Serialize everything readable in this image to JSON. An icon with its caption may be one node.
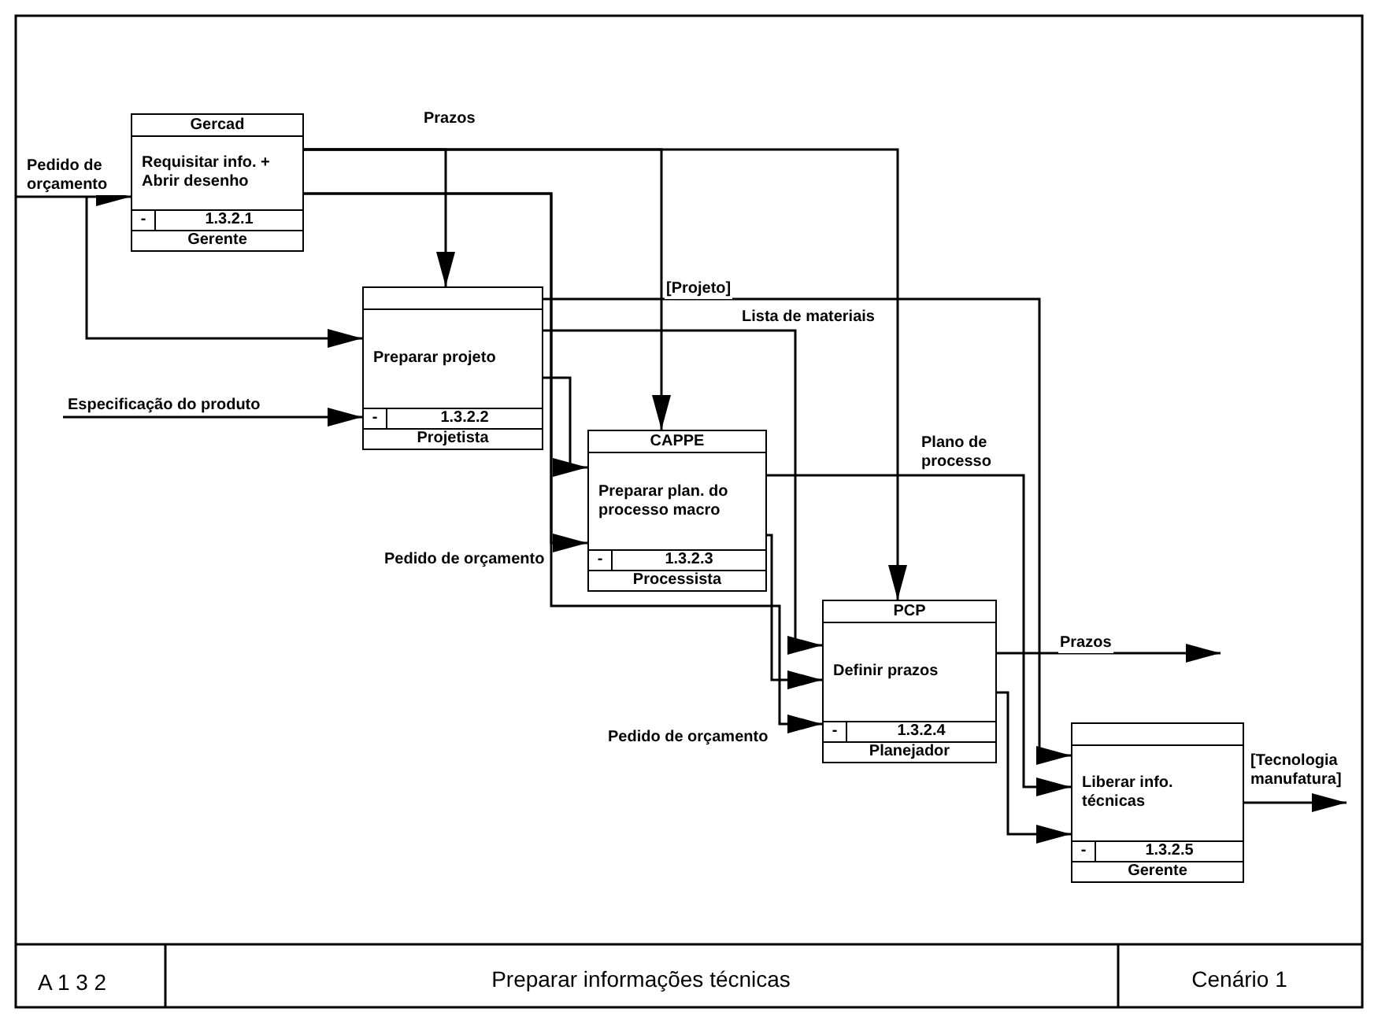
{
  "diagram": {
    "nodes": [
      {
        "text": [
          "Gercad",
          "Requisitar info. + Abrir desenho",
          "-",
          "1.3.2.1",
          "Gerente"
        ]
      },
      {
        "text": [
          "Preparar projeto",
          "-",
          "1.3.2.2",
          "Projetista"
        ]
      },
      {
        "text": [
          "CAPPE",
          "Preparar plan. do processo macro",
          "-",
          "1.3.2.3",
          "Processista"
        ]
      },
      {
        "text": [
          "PCP",
          "Definir prazos",
          "-",
          "1.3.2.4",
          "Planejador"
        ]
      },
      {
        "text": [
          "Liberar info. técnicas",
          "-",
          "1.3.2.5",
          "Gerente"
        ]
      }
    ],
    "edges": [
      {
        "from": null,
        "to": 0,
        "arrow": "to",
        "label": "Pedido de orçamento"
      },
      {
        "from": null,
        "to": 1,
        "arrow": "to"
      },
      {
        "from": null,
        "to": 1,
        "arrow": "to",
        "label": "Especificação do produto"
      },
      {
        "from": 0,
        "to": 1,
        "arrow": "to",
        "label": "Prazos"
      },
      {
        "from": 0,
        "to": 2,
        "arrow": "to"
      },
      {
        "from": 0,
        "to": 3,
        "arrow": "to"
      },
      {
        "from": 0,
        "to": 2,
        "arrow": "to",
        "label": "Pedido de orçamento"
      },
      {
        "from": 0,
        "to": 3,
        "arrow": "to",
        "label": "Pedido de orçamento"
      },
      {
        "from": 1,
        "to": 2,
        "arrow": "to"
      },
      {
        "from": 1,
        "to": 4,
        "arrow": "to",
        "label": "[Projeto]"
      },
      {
        "from": 1,
        "to": 3,
        "arrow": "to",
        "label": "Lista de materiais"
      },
      {
        "from": 2,
        "to": 3,
        "arrow": "to"
      },
      {
        "from": 2,
        "to": 4,
        "arrow": "to",
        "label": "Plano de processo"
      },
      {
        "from": 3,
        "to": null,
        "arrow": "to",
        "label": "Prazos"
      },
      {
        "from": 3,
        "to": 4,
        "arrow": "to"
      },
      {
        "from": 4,
        "to": null,
        "arrow": "to",
        "label": "[Tecnologia manufatura]"
      }
    ],
    "title": "Preparar informações técnicas",
    "labels": [
      "A 1 3 2",
      "Cenário 1"
    ]
  }
}
